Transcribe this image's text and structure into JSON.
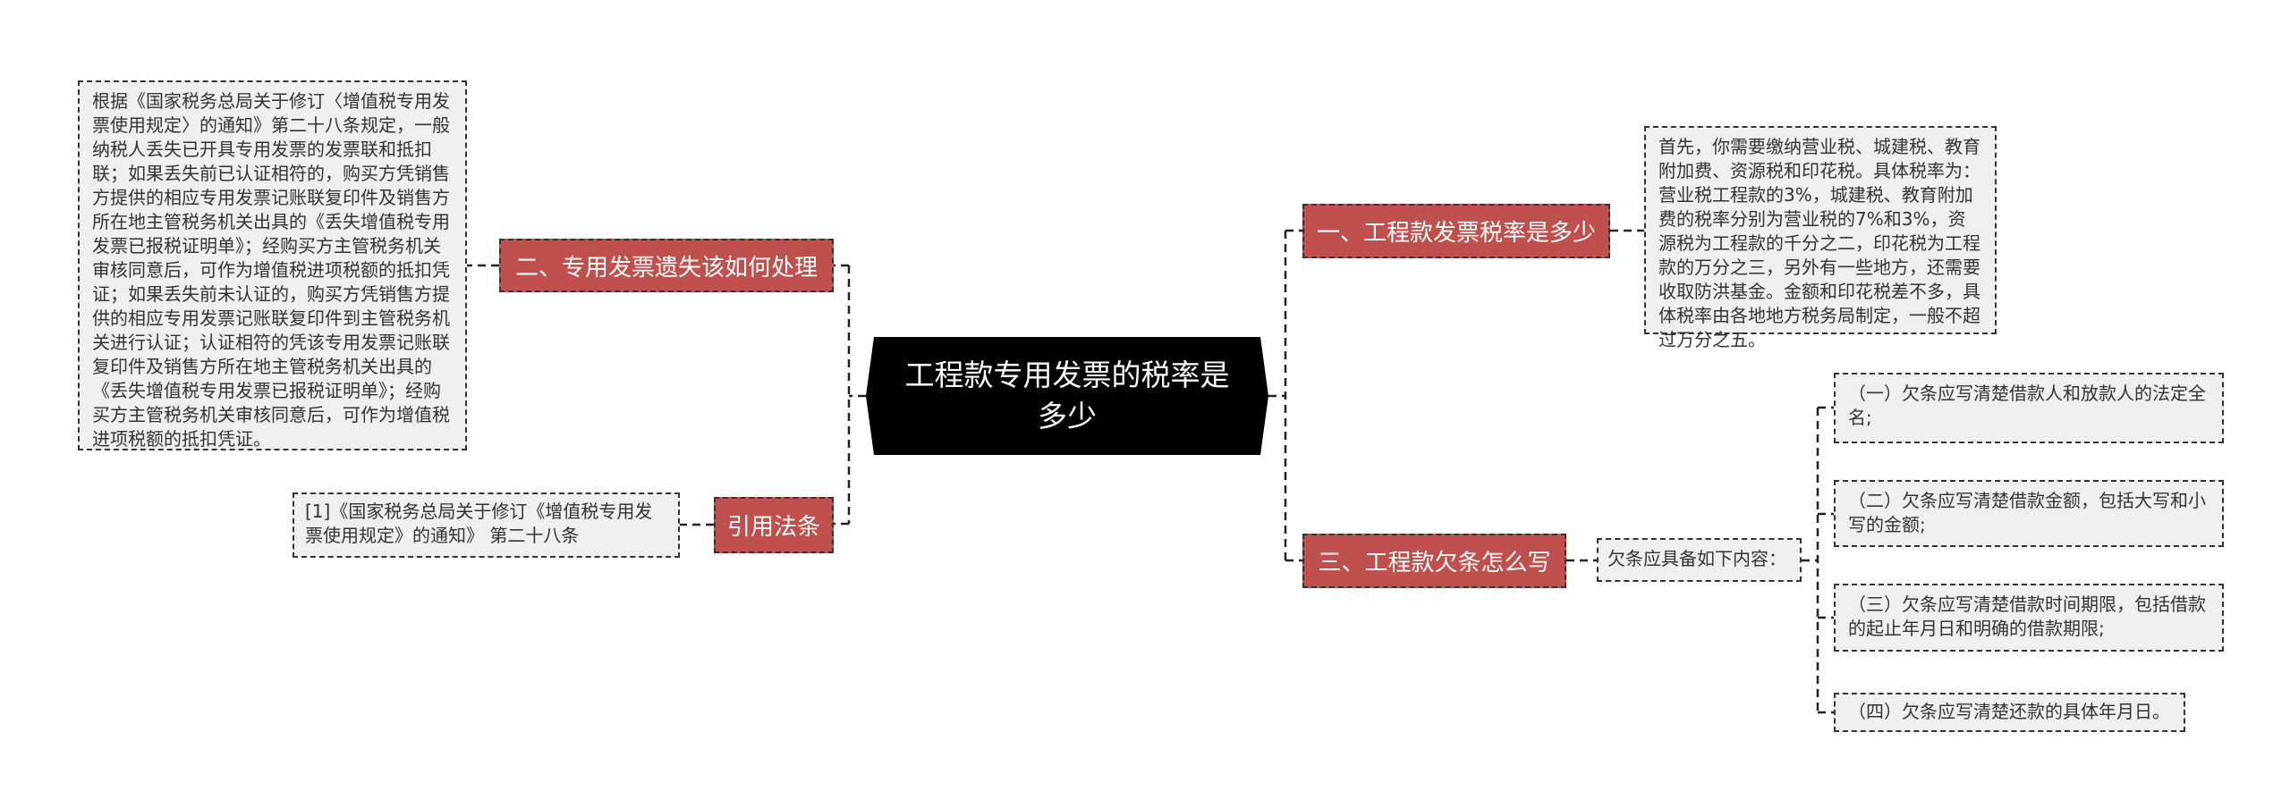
{
  "center": {
    "title": "工程款专用发票的税率是多少"
  },
  "left": [
    {
      "label": "二、专用发票遗失该如何处理",
      "detail": "根据《国家税务总局关于修订〈增值税专用发票使用规定〉的通知》第二十八条规定，一般纳税人丢失已开具专用发票的发票联和抵扣联；如果丢失前已认证相符的，购买方凭销售方提供的相应专用发票记账联复印件及销售方所在地主管税务机关出具的《丢失增值税专用发票已报税证明单》；经购买方主管税务机关审核同意后，可作为增值税进项税额的抵扣凭证；如果丢失前未认证的，购买方凭销售方提供的相应专用发票记账联复印件到主管税务机关进行认证；认证相符的凭该专用发票记账联复印件及销售方所在地主管税务机关出具的《丢失增值税专用发票已报税证明单》；经购买方主管税务机关审核同意后，可作为增值税进项税额的抵扣凭证。"
    },
    {
      "label": "引用法条",
      "detail": "[1]《国家税务总局关于修订《增值税专用发票使用规定》的通知》 第二十八条"
    }
  ],
  "right": [
    {
      "label": "一、工程款发票税率是多少",
      "detail": "首先，你需要缴纳营业税、城建税、教育附加费、资源税和印花税。具体税率为：营业税工程款的3%，城建税、教育附加费的税率分别为营业税的7%和3%，资源税为工程款的千分之二，印花税为工程款的万分之三，另外有一些地方，还需要收取防洪基金。金额和印花税差不多，具体税率由各地地方税务局制定，一般不超过万分之五。"
    },
    {
      "label": "三、工程款欠条怎么写",
      "sub": "欠条应具备如下内容：",
      "items": [
        "（一）欠条应写清楚借款人和放款人的法定全名;",
        "（二）欠条应写清楚借款金额，包括大写和小写的金额;",
        "（三）欠条应写清楚借款时间期限，包括借款的起止年月日和明确的借款期限;",
        "（四）欠条应写清楚还款的具体年月日。"
      ]
    }
  ],
  "colors": {
    "topic": "#c0504d",
    "center": "#000000",
    "leaf": "#efefef",
    "line": "#333333"
  }
}
